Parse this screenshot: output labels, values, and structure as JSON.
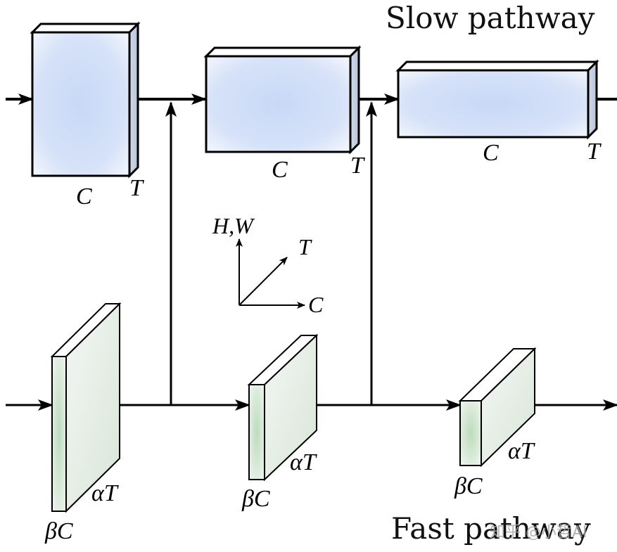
{
  "titles": {
    "slow": "Slow pathway",
    "fast": "Fast pathway"
  },
  "labels": {
    "c": "C",
    "t": "T",
    "beta_c": "βC",
    "alpha_t": "αT",
    "axis_hw": "H,W",
    "axis_t": "T",
    "axis_c": "C"
  },
  "watermark": "知乎 @小哲AI",
  "colors": {
    "slow_face": "#c8d8f6",
    "slow_face_edge": "#eef3fc",
    "fast_face": "#bcdcbc",
    "fast_face_edge": "#f2f6f2",
    "stroke": "#000000"
  }
}
